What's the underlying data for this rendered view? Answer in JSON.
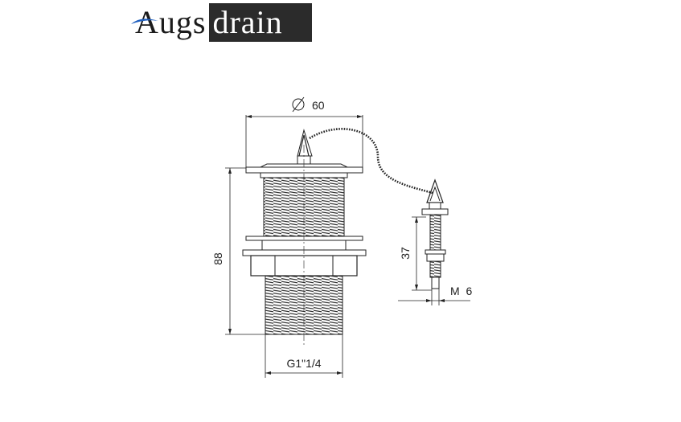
{
  "logo": {
    "part1": "Augs",
    "part2": "drain"
  },
  "dimensions": {
    "diameter": "60",
    "height": "88",
    "chain_rod_length": "37",
    "thread_rod": "M 6",
    "thread_main": "G1\"1/4"
  }
}
